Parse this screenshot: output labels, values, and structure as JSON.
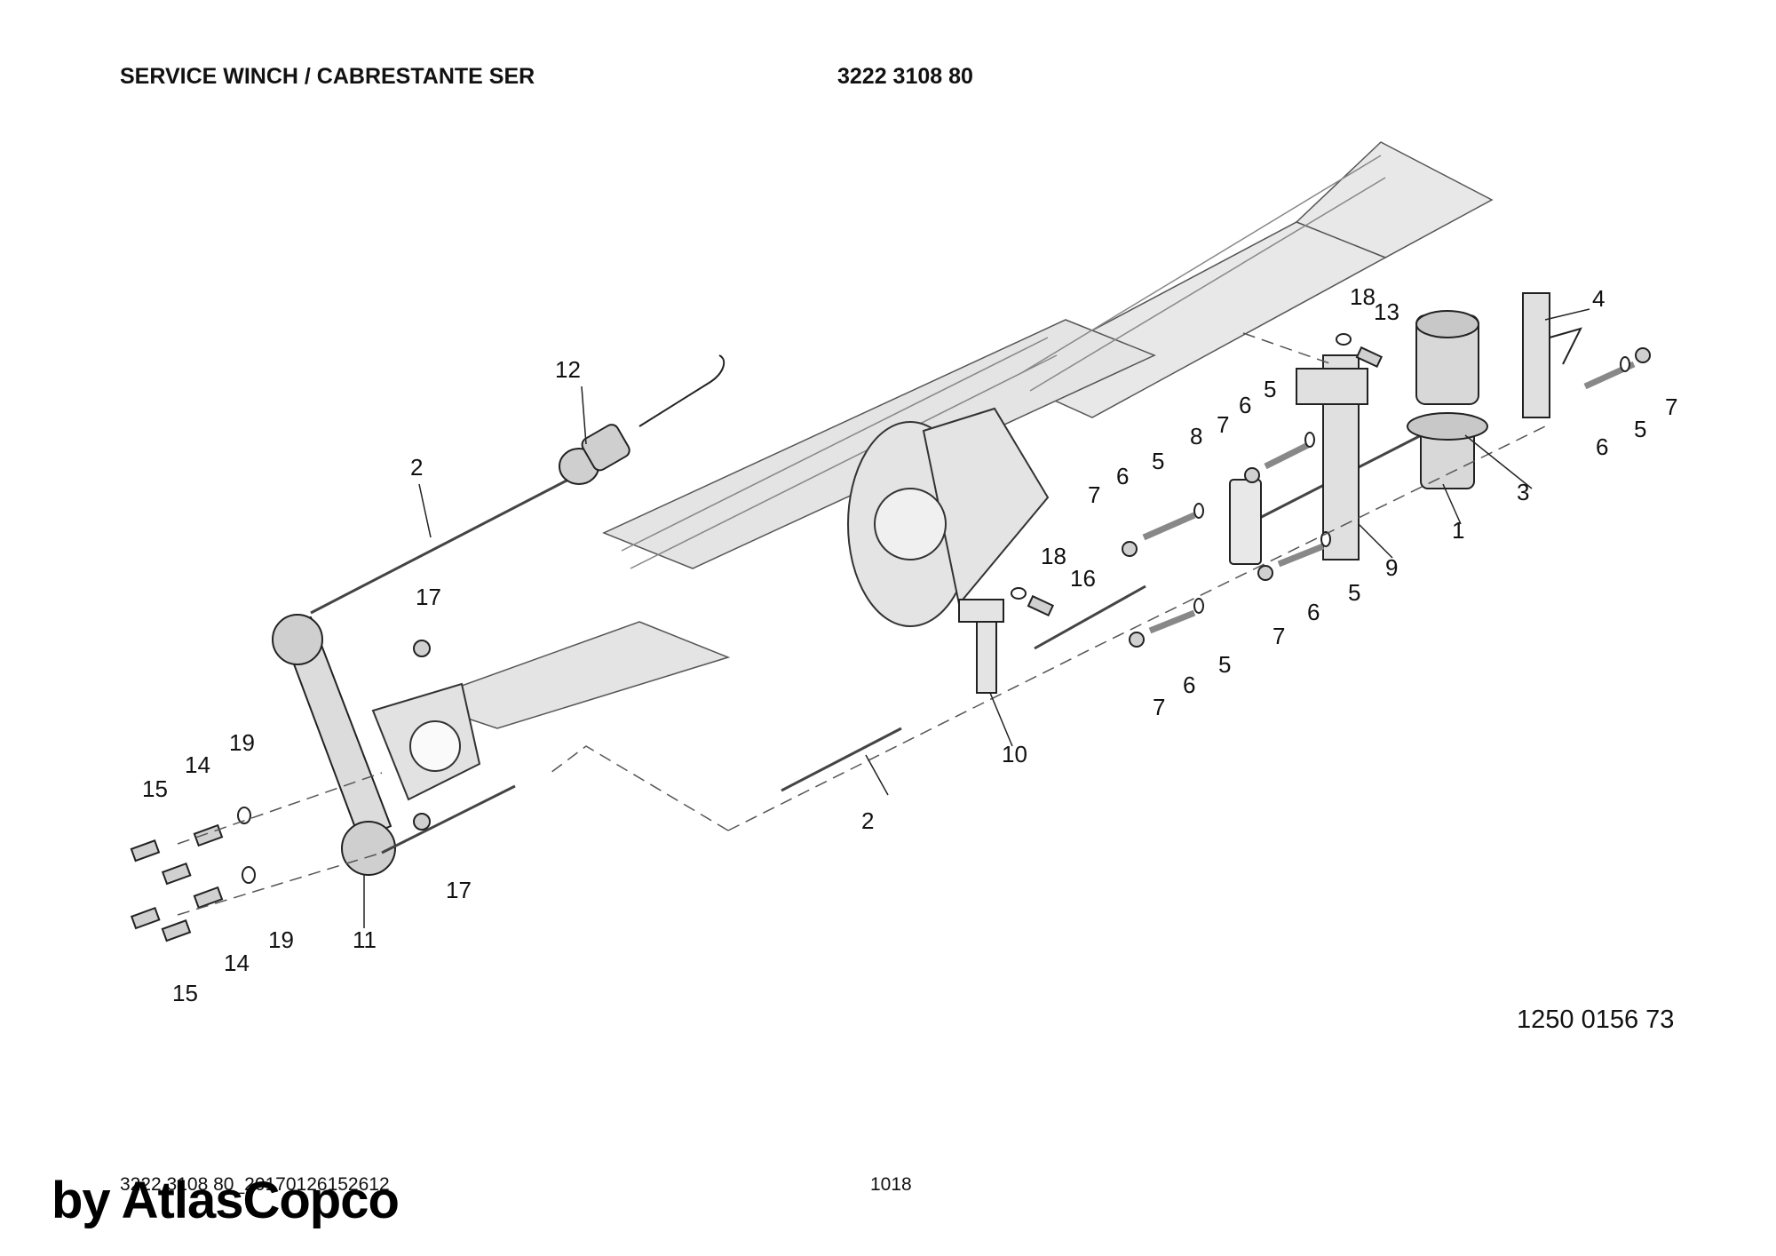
{
  "header": {
    "title": "SERVICE WINCH / CABRESTANTE SER",
    "part_number": "3222 3108 80"
  },
  "callouts": {
    "c1": "1",
    "c2a": "2",
    "c2b": "2",
    "c3": "3",
    "c4": "4",
    "c5a": "5",
    "c5b": "5",
    "c5c": "5",
    "c5d": "5",
    "c5e": "5",
    "c6a": "6",
    "c6b": "6",
    "c6c": "6",
    "c6d": "6",
    "c6e": "6",
    "c7a": "7",
    "c7b": "7",
    "c7c": "7",
    "c7d": "7",
    "c7e": "7",
    "c8": "8",
    "c9": "9",
    "c10": "10",
    "c11": "11",
    "c12": "12",
    "c13": "13",
    "c14a": "14",
    "c14b": "14",
    "c15a": "15",
    "c15b": "15",
    "c16": "16",
    "c17a": "17",
    "c17b": "17",
    "c18a": "18",
    "c18b": "18",
    "c19a": "19",
    "c19b": "19"
  },
  "drawing_number": "1250 0156 73",
  "footer": {
    "code": "3222 3108 80_20170126152612",
    "page": "1018"
  },
  "watermark": "by AtlasCopco",
  "colors": {
    "frame_fill": "#e6e6e6",
    "line": "#222222",
    "accent": "#000000"
  }
}
